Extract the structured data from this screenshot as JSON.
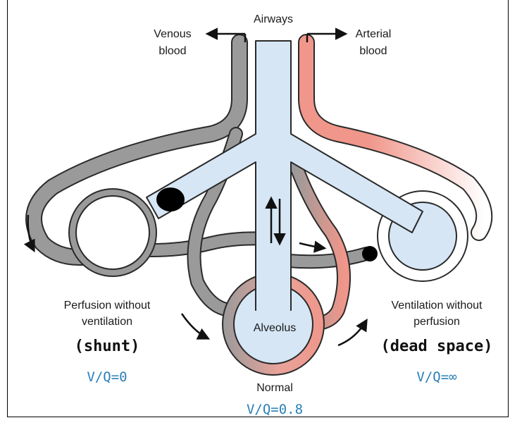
{
  "labels": {
    "airways": "Airways",
    "venous_line1": "Venous",
    "venous_line2": "blood",
    "arterial_line1": "Arterial",
    "arterial_line2": "blood",
    "shunt_line1": "Perfusion without",
    "shunt_line2": "ventilation",
    "shunt_term": "(shunt)",
    "shunt_vq": "V/Q=0",
    "alveolus": "Alveolus",
    "normal": "Normal",
    "normal_vq": "V/Q=0.8",
    "dead_line1": "Ventilation without",
    "dead_line2": "perfusion",
    "dead_term": "(dead space)",
    "dead_vq": "V/Q=∞"
  },
  "colors": {
    "airway_fill": "#d6e6f5",
    "venous": "#9a9a9a",
    "arterial": "#f0968a",
    "outline": "#2a2a2a",
    "vq_text": "#2a7fb8"
  }
}
